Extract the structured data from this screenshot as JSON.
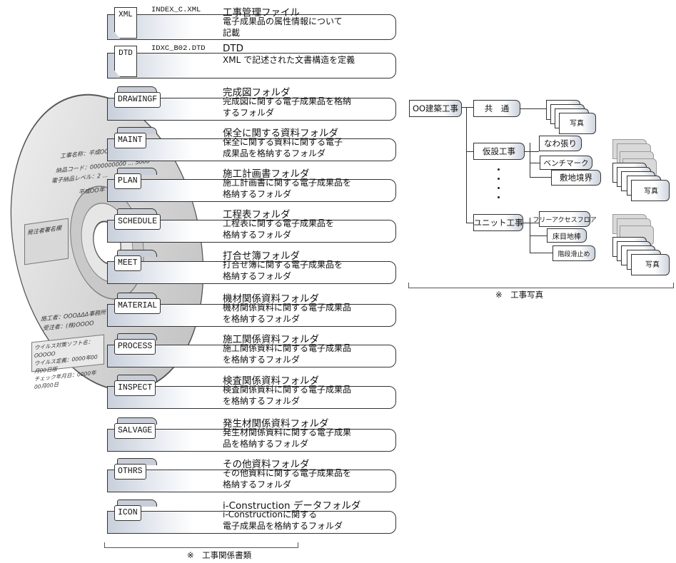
{
  "documents": {
    "files": [
      {
        "tag": "XML",
        "filename": "INDEX_C.XML",
        "title": "工事管理ファイル",
        "desc": [
          "電子成果品の属性情報について",
          "記載"
        ]
      },
      {
        "tag": "DTD",
        "filename": "IDXC_B02.DTD",
        "title": "DTD",
        "desc": [
          "XML で記述された文書構造を定義"
        ]
      }
    ],
    "folders": [
      {
        "tag": "DRAWINGF",
        "title": "完成図フォルダ",
        "desc": [
          "完成図に関する電子成果品を格納",
          "するフォルダ"
        ]
      },
      {
        "tag": "MAINT",
        "title": "保全に関する資料フォルダ",
        "desc": [
          "保全に関する資料に関する電子",
          "成果品を格納するフォルダ"
        ]
      },
      {
        "tag": "PLAN",
        "title": "施工計画書フォルダ",
        "desc": [
          "施工計画書に関する電子成果品を",
          "格納するフォルダ"
        ]
      },
      {
        "tag": "SCHEDULE",
        "title": "工程表フォルダ",
        "desc": [
          "工程表に関する電子成果品を",
          "格納するフォルダ"
        ]
      },
      {
        "tag": "MEET",
        "title": "打合せ簿フォルダ",
        "desc": [
          "打合せ簿に関する電子成果品を",
          "格納するフォルダ"
        ]
      },
      {
        "tag": "MATERIAL",
        "title": "機材関係資料フォルダ",
        "desc": [
          "機材関係資料に関する電子成果品",
          "を格納するフォルダ"
        ]
      },
      {
        "tag": "PROCESS",
        "title": "施工関係資料フォルダ",
        "desc": [
          "施工関係資料に関する電子成果品",
          "を格納するフォルダ"
        ]
      },
      {
        "tag": "INSPECT",
        "title": "検査関係資料フォルダ",
        "desc": [
          "検査関係資料に関する電子成果品",
          "を格納するフォルダ"
        ]
      },
      {
        "tag": "SALVAGE",
        "title": "発生材関係資料フォルダ",
        "desc": [
          "発生材関係資料に関する電子成果",
          "品を格納するフォルダ"
        ]
      },
      {
        "tag": "OTHRS",
        "title": "その他資料フォルダ",
        "desc": [
          "その他資料に関する電子成果品を",
          "格納するフォルダ"
        ]
      },
      {
        "tag": "ICON",
        "title": "i-Construction データフォルダ",
        "desc": [
          "i-Constructionに関する",
          "電子成果品を格納するフォルダ"
        ]
      }
    ],
    "caption": "※　工事関係書類"
  },
  "disc": {
    "lines": [
      "工事名称：平成OO",
      "納品コード：0000000000 ... 5000",
      "電子納品レベル：2 ...",
      "平成OO年",
      "発注者署名欄",
      "施工者：OOOΔΔΔ事務所",
      "受注者：(株)OOOO",
      "ウイルス対策ソフト名：OOOOO",
      "ウイルス定義：0000年00月00日版",
      "チェック年月日：0000年00月00日"
    ]
  },
  "photos": {
    "root": "OO建築工事",
    "nodes": {
      "common": "共　通",
      "temporary": "仮設工事",
      "unit": "ユニット工事",
      "rope": "なわ張り",
      "benchmark": "ベンチマーク",
      "boundary": "敷地境界",
      "freeaccess": "フリーアクセスフロア",
      "floorground": "床目地棒",
      "stairslip": "階段滑止め"
    },
    "photo_label": "写真",
    "caption": "※　工事写真"
  }
}
